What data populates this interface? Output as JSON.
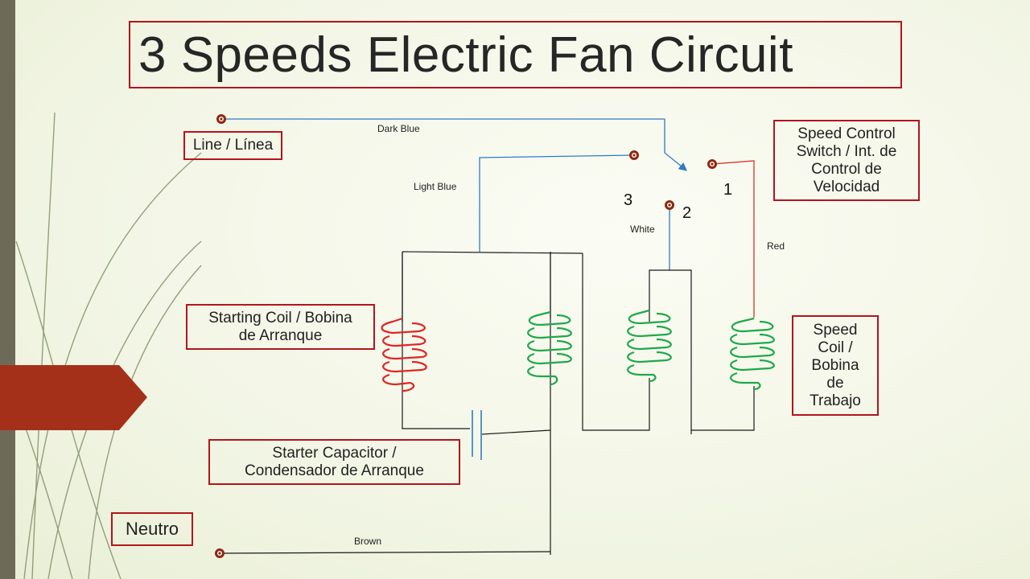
{
  "title": "3 Speeds Electric Fan Circuit",
  "labels": {
    "line": "Line / Línea",
    "neutro": "Neutro",
    "speed_switch": "Speed Control Switch / Int. de Control de Velocidad",
    "starting_coil": "Starting Coil / Bobina de Arranque",
    "speed_coil": "Speed Coil / Bobina de Trabajo",
    "capacitor": "Starter Capacitor / Condensador de Arranque"
  },
  "wires": {
    "dark_blue": "Dark Blue",
    "light_blue": "Light Blue",
    "white": "White",
    "red": "Red",
    "brown": "Brown"
  },
  "switch_positions": {
    "p1": "1",
    "p2": "2",
    "p3": "3"
  },
  "colors": {
    "accent_red": "#b0161c",
    "wire_blue": "#2e7bc4",
    "wire_red": "#d9342b",
    "coil_green": "#1fa84a",
    "coil_red": "#e02424",
    "terminal": "#8b2a12",
    "sidebar_dark": "#6e6a58",
    "arrow_red": "#a5301a"
  }
}
